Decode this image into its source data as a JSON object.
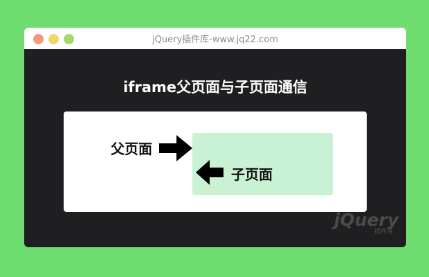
{
  "window": {
    "title": "jQuery插件库-www.jq22.com",
    "controls": {
      "close_color": "#f19b7c",
      "minimize_color": "#f4d56a",
      "maximize_color": "#a6d86d"
    }
  },
  "content": {
    "heading": "iframe父页面与子页面通信",
    "parent_label": "父页面",
    "child_label": "子页面",
    "iframe_bg": "#c9f2d5",
    "arrow_right_icon": "arrow-right-icon",
    "arrow_left_icon": "arrow-left-icon"
  },
  "watermark": {
    "logo_text": "jQuery",
    "subtitle": "插件库"
  }
}
